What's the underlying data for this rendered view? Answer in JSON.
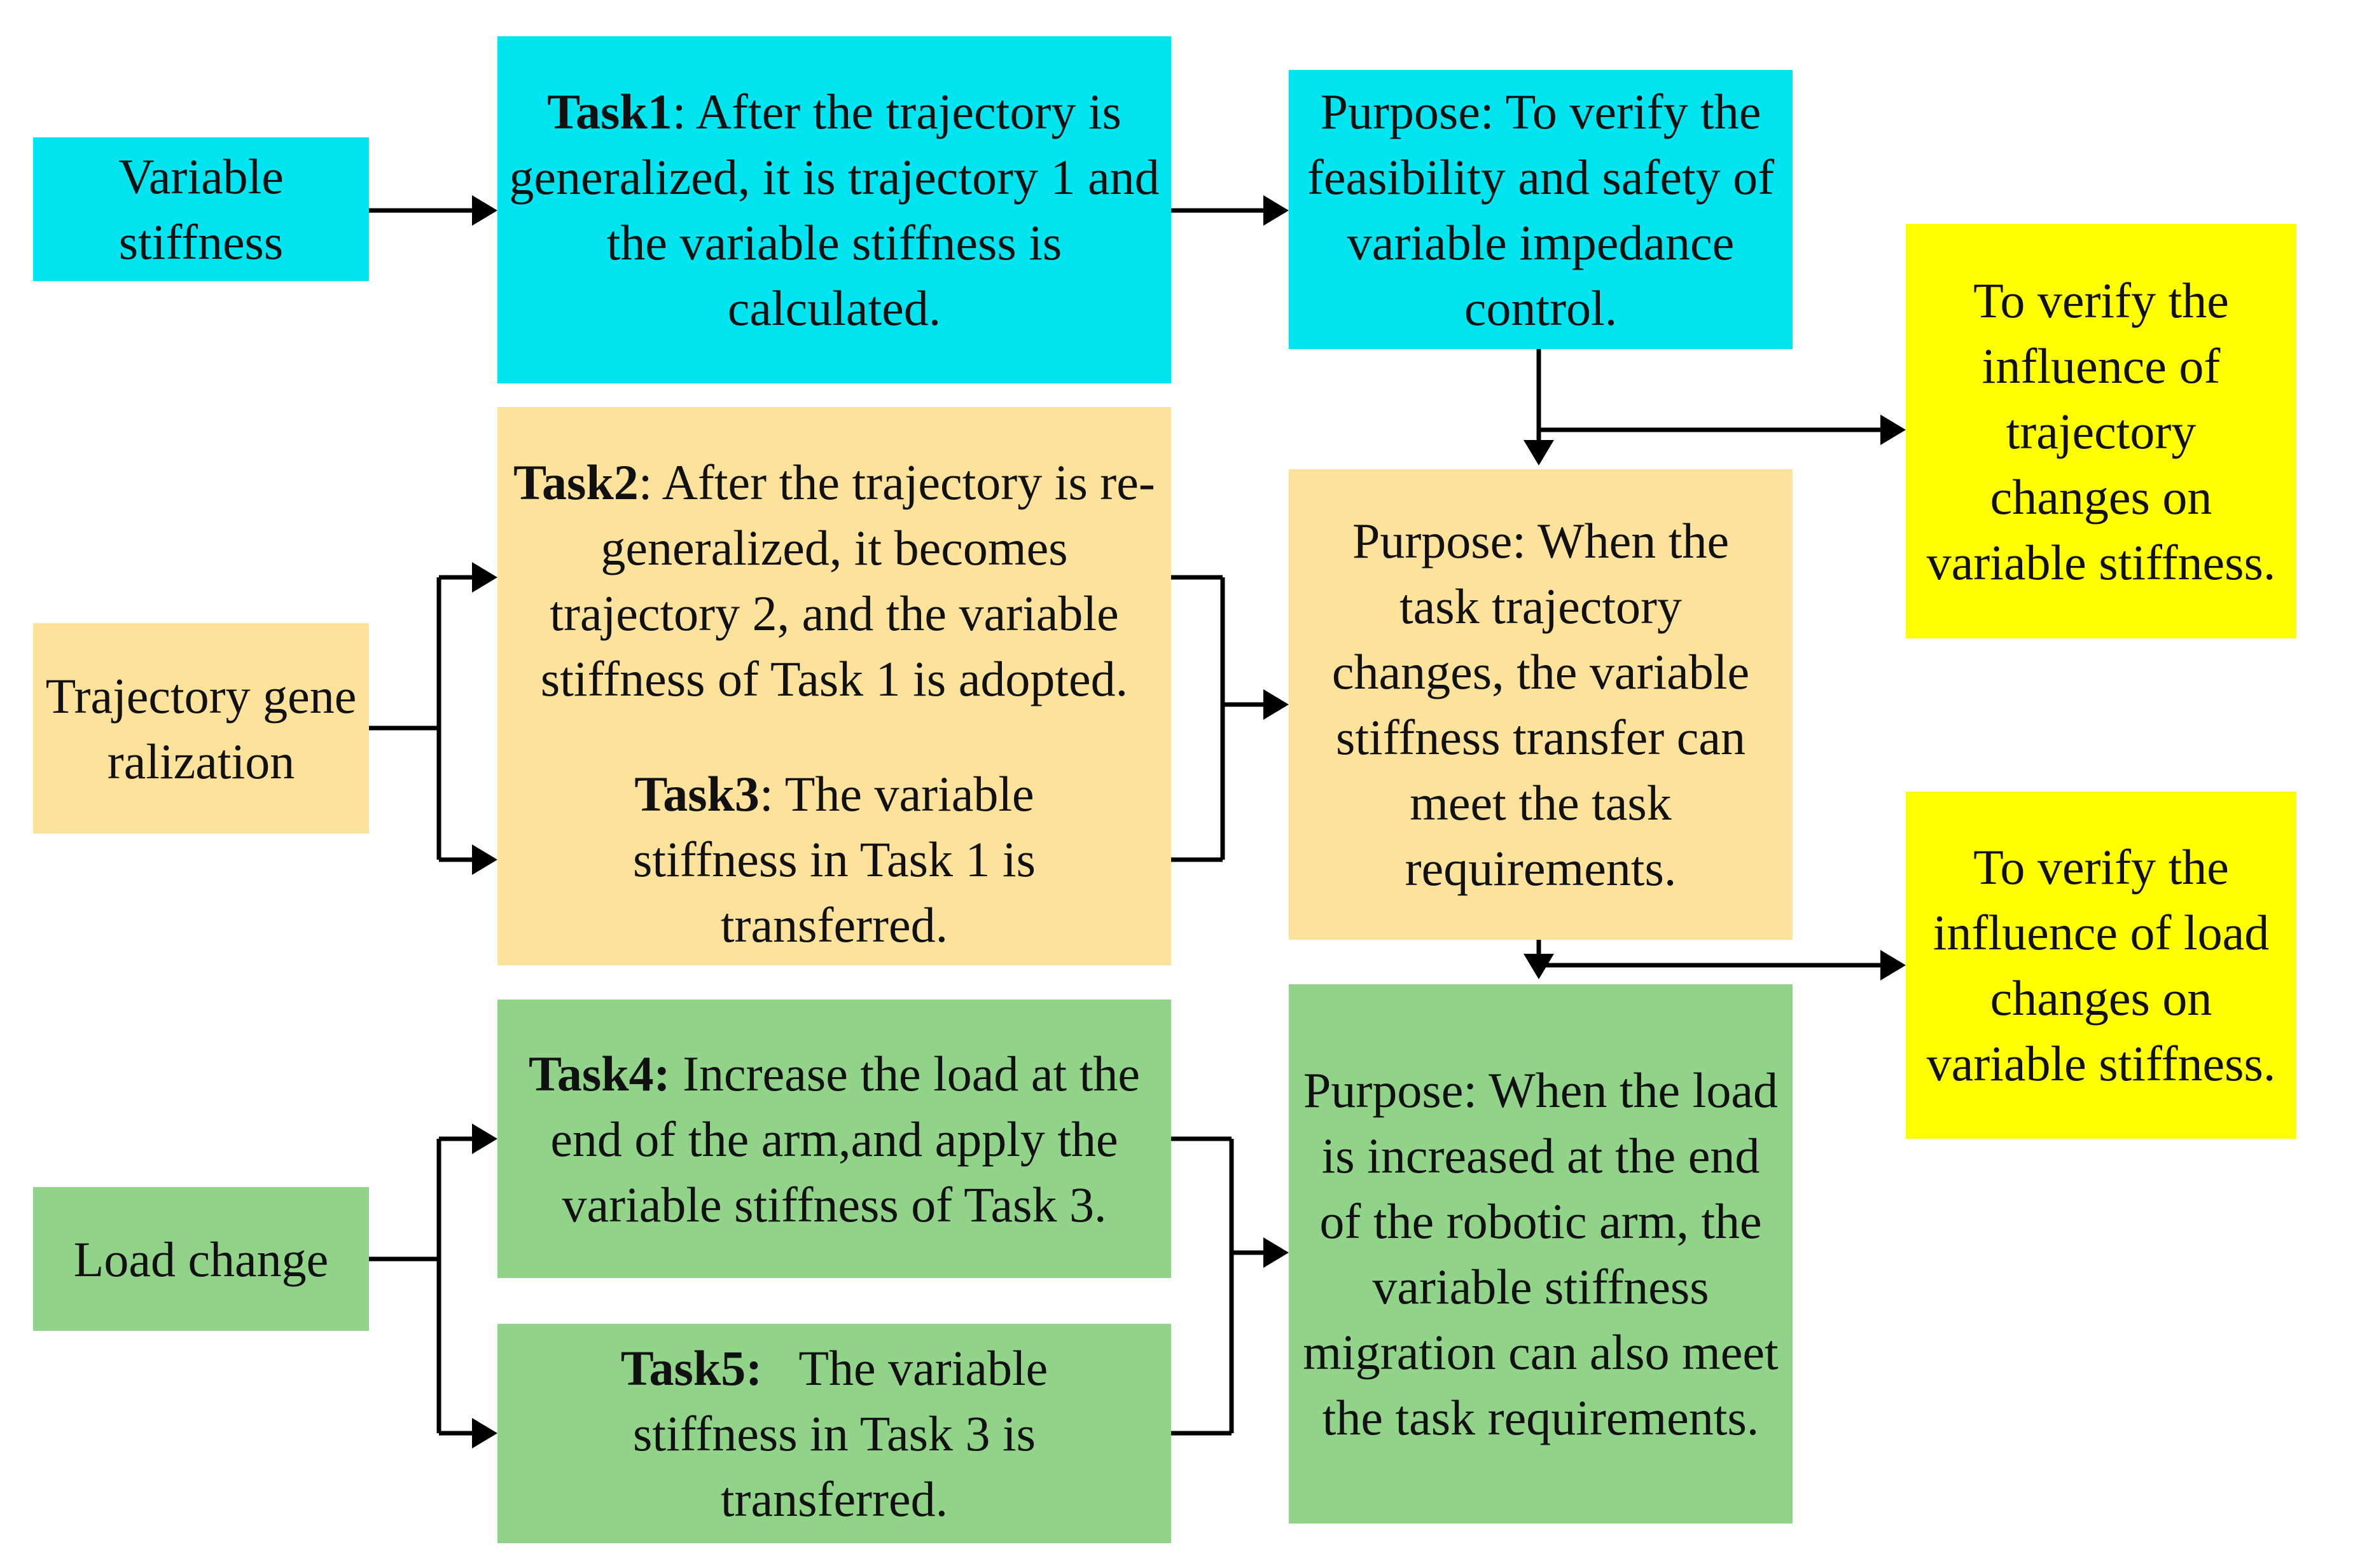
{
  "colors": {
    "cyan": "#00e5f0",
    "orange": "#fde29c",
    "green": "#92d38a",
    "yellow": "#ffff00",
    "line": "#000000"
  },
  "categories": {
    "variable_stiffness": "Variable stiffness",
    "trajectory_generalization": "Trajectory generalization",
    "load_change": "Load change"
  },
  "tasks": {
    "task1": {
      "label": "Task1",
      "text": ": After the trajectory is generalized, it is trajectory 1 and the variable stiffness is calculated."
    },
    "task2": {
      "label": "Task2",
      "text": ": After the trajectory is re-generalized, it becomes trajectory 2, and the variable stiffness of Task 1 is adopted."
    },
    "task3": {
      "label": "Task3",
      "text": ": The variable stiffness in Task 1 is transferred."
    },
    "task4": {
      "label": "Task4:",
      "text": " Increase the load at the end of the arm,and apply the variable stiffness of Task 3."
    },
    "task5": {
      "label": "Task5:",
      "text": "   The variable stiffness in Task 3 is transferred."
    }
  },
  "purposes": {
    "purpose1": "Purpose: To verify the feasibility and safety of variable impedance control.",
    "purpose2": "Purpose: When the task trajectory changes, the variable stiffness transfer can meet the task requirements.",
    "purpose3": "Purpose: When the load is increased at the end of the robotic arm, the variable stiffness migration can also meet the task requirements."
  },
  "verifications": {
    "trajectory": "To verify the influence of trajectory changes on variable stiffness.",
    "load": "To verify the influence of load changes on variable stiffness."
  }
}
